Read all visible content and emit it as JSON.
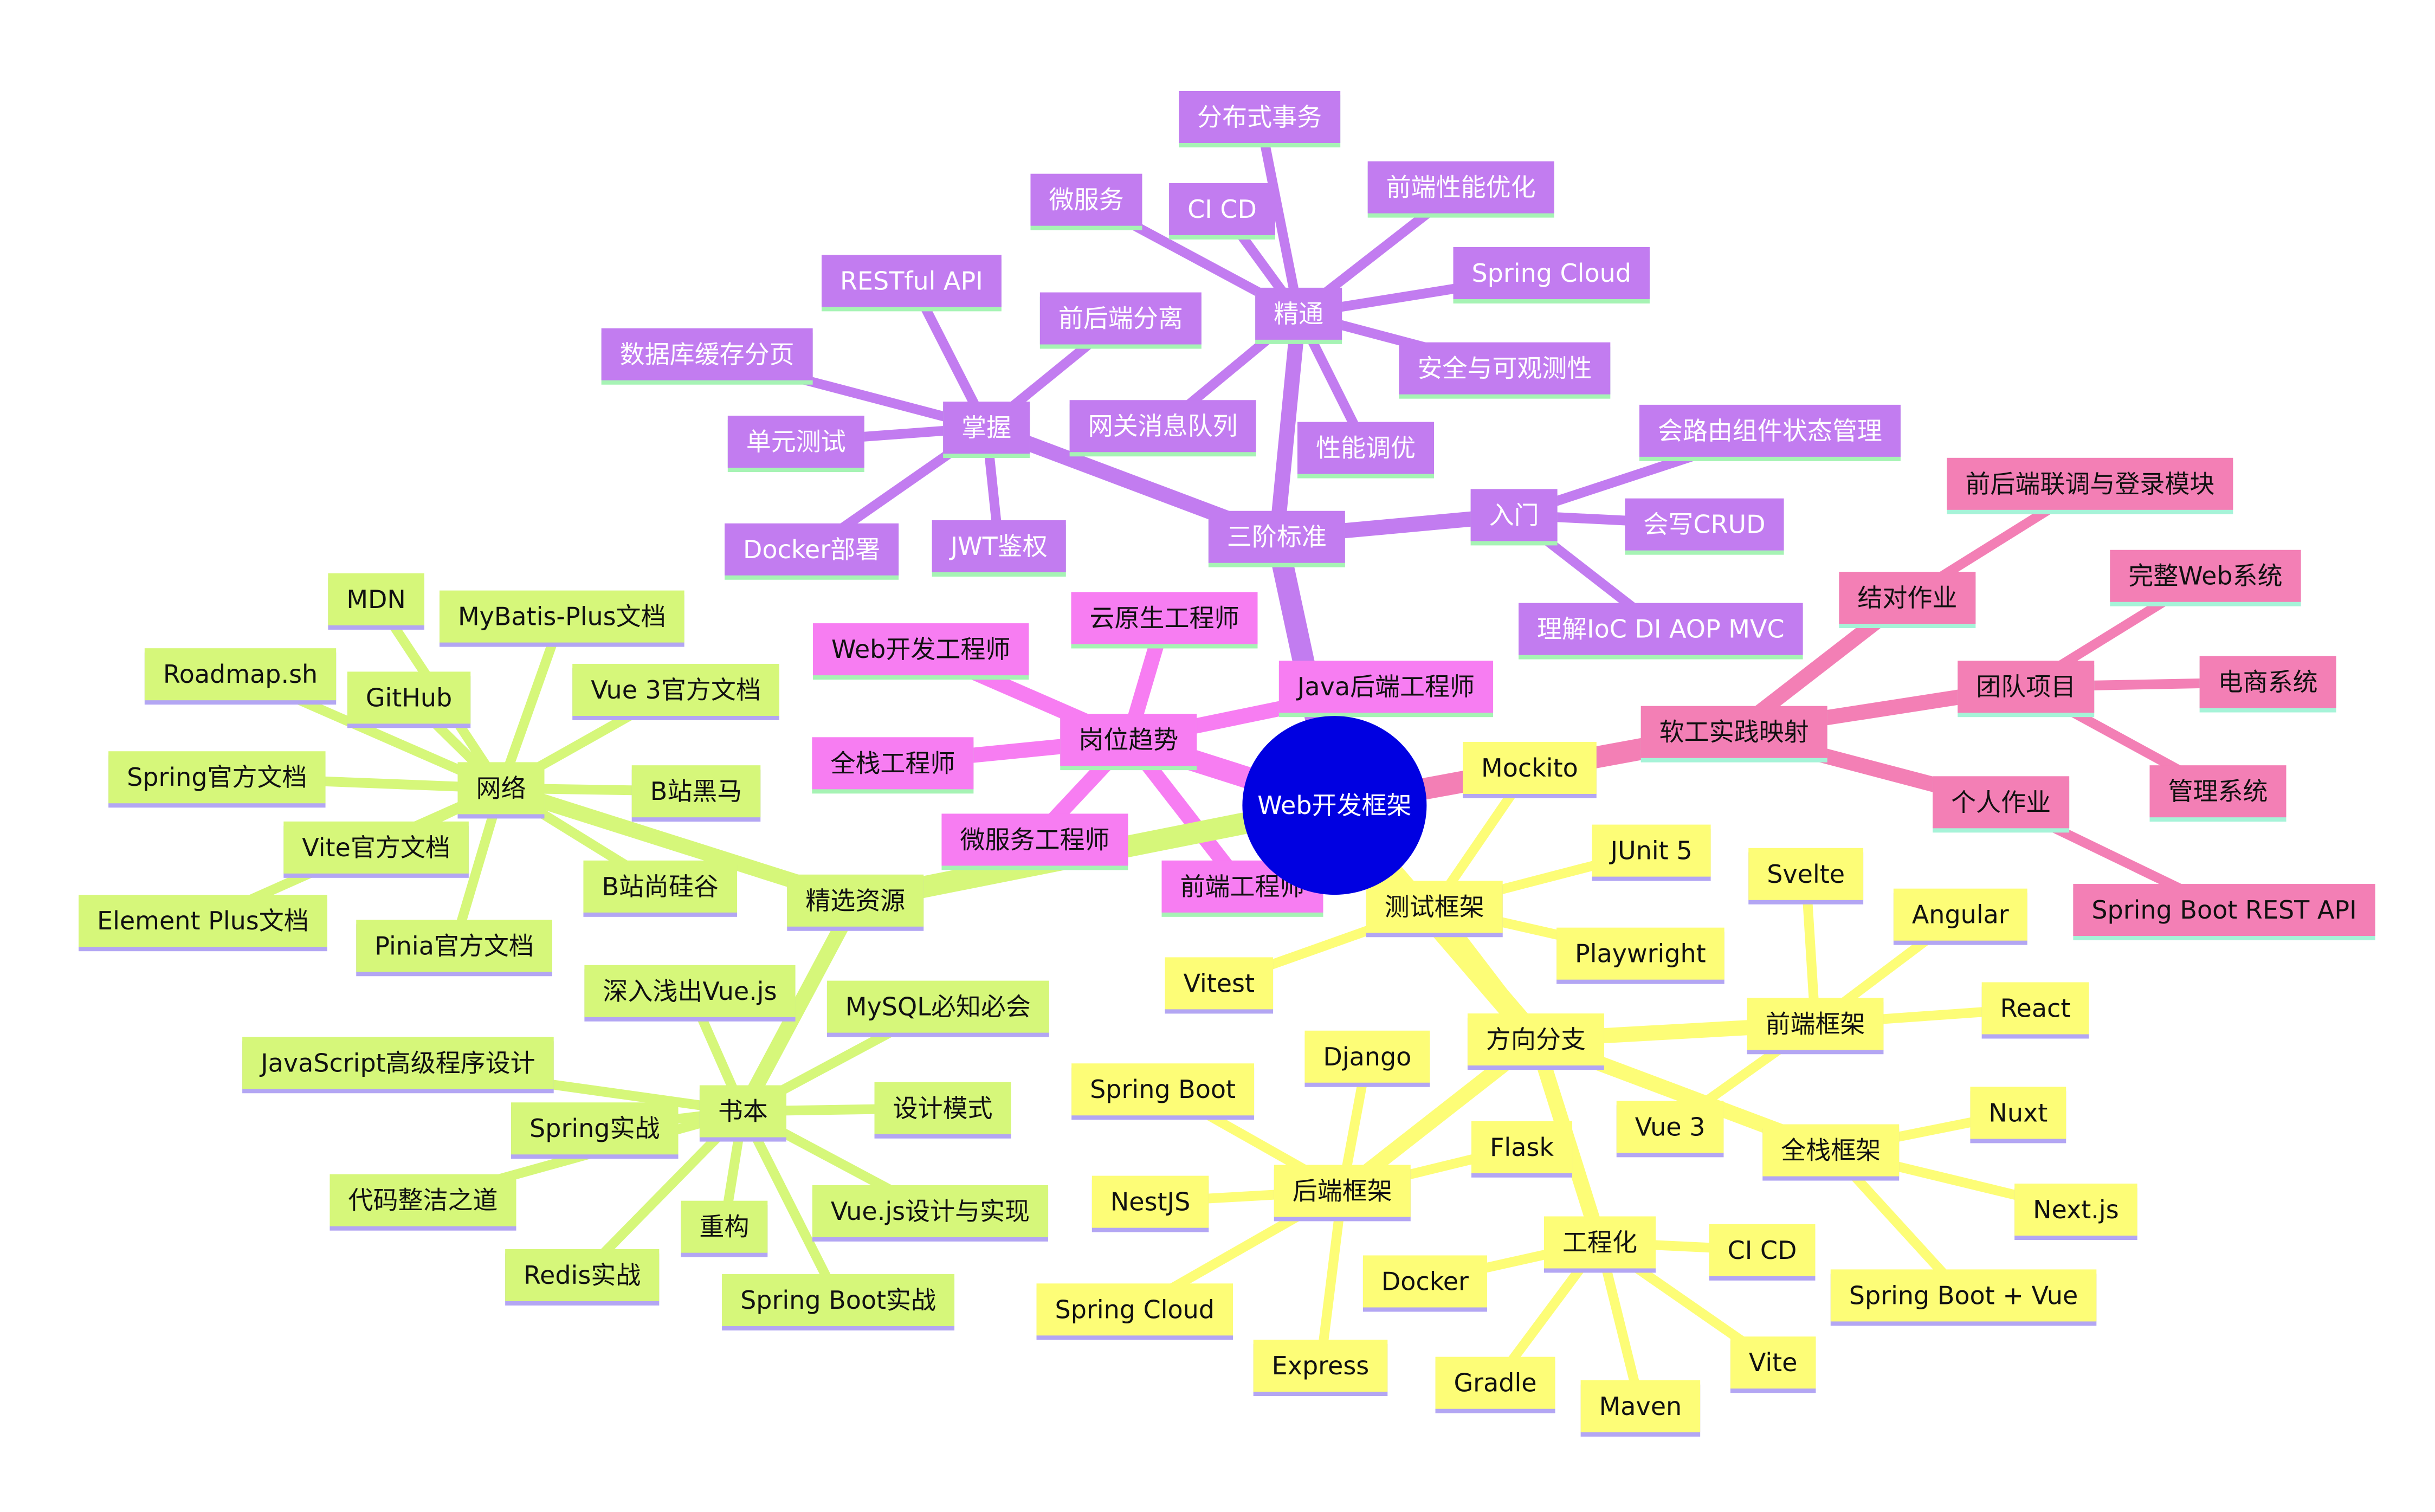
{
  "colors": {
    "root": "#0000e1",
    "root_text": "#ffffff",
    "purple": "#c27cf0",
    "purple_text": "#ffffff",
    "magenta": "#f77df2",
    "magenta_text": "#111111",
    "pink": "#f37fb5",
    "pink_text": "#111111",
    "yellow": "#fdfd77",
    "yellow_text": "#111111",
    "green": "#d6f77a",
    "green_text": "#111111",
    "shadow_purple": "#a6f3b4",
    "shadow_yellow": "#b3a6f3",
    "shadow_green": "#b3a6f3",
    "shadow_pink": "#a6f3d8"
  },
  "mindmap": {
    "root": "Web开发框架",
    "nodes": [
      {
        "id": "sanjie",
        "label": "三阶标准",
        "parent": "root",
        "theme": "purple"
      },
      {
        "id": "rumen",
        "label": "入门",
        "parent": "sanjie",
        "theme": "purple"
      },
      {
        "id": "rm1",
        "label": "会路由组件状态管理",
        "parent": "rumen",
        "theme": "purple"
      },
      {
        "id": "rm2",
        "label": "会写CRUD",
        "parent": "rumen",
        "theme": "purple"
      },
      {
        "id": "rm3",
        "label": "理解IoC DI AOP MVC",
        "parent": "rumen",
        "theme": "purple"
      },
      {
        "id": "zhangwo",
        "label": "掌握",
        "parent": "sanjie",
        "theme": "purple"
      },
      {
        "id": "zw1",
        "label": "RESTful API",
        "parent": "zhangwo",
        "theme": "purple"
      },
      {
        "id": "zw2",
        "label": "前后端分离",
        "parent": "zhangwo",
        "theme": "purple"
      },
      {
        "id": "zw3",
        "label": "数据库缓存分页",
        "parent": "zhangwo",
        "theme": "purple"
      },
      {
        "id": "zw4",
        "label": "单元测试",
        "parent": "zhangwo",
        "theme": "purple"
      },
      {
        "id": "zw5",
        "label": "Docker部署",
        "parent": "zhangwo",
        "theme": "purple"
      },
      {
        "id": "zw6",
        "label": "JWT鉴权",
        "parent": "zhangwo",
        "theme": "purple"
      },
      {
        "id": "jingtong",
        "label": "精通",
        "parent": "sanjie",
        "theme": "purple"
      },
      {
        "id": "jt1",
        "label": "分布式事务",
        "parent": "jingtong",
        "theme": "purple"
      },
      {
        "id": "jt2",
        "label": "微服务",
        "parent": "jingtong",
        "theme": "purple"
      },
      {
        "id": "jt3",
        "label": "CI CD",
        "parent": "jingtong",
        "theme": "purple"
      },
      {
        "id": "jt4",
        "label": "前端性能优化",
        "parent": "jingtong",
        "theme": "purple"
      },
      {
        "id": "jt5",
        "label": "Spring Cloud",
        "parent": "jingtong",
        "theme": "purple"
      },
      {
        "id": "jt6",
        "label": "安全与可观测性",
        "parent": "jingtong",
        "theme": "purple"
      },
      {
        "id": "jt7",
        "label": "性能调优",
        "parent": "jingtong",
        "theme": "purple"
      },
      {
        "id": "jt8",
        "label": "网关消息队列",
        "parent": "jingtong",
        "theme": "purple"
      },
      {
        "id": "gangwei",
        "label": "岗位趋势",
        "parent": "root",
        "theme": "magenta"
      },
      {
        "id": "gw1",
        "label": "Java后端工程师",
        "parent": "gangwei",
        "theme": "magenta"
      },
      {
        "id": "gw2",
        "label": "云原生工程师",
        "parent": "gangwei",
        "theme": "magenta"
      },
      {
        "id": "gw3",
        "label": "Web开发工程师",
        "parent": "gangwei",
        "theme": "magenta"
      },
      {
        "id": "gw4",
        "label": "全栈工程师",
        "parent": "gangwei",
        "theme": "magenta"
      },
      {
        "id": "gw5",
        "label": "微服务工程师",
        "parent": "gangwei",
        "theme": "magenta"
      },
      {
        "id": "gw6",
        "label": "前端工程师",
        "parent": "gangwei",
        "theme": "magenta"
      },
      {
        "id": "ruangong",
        "label": "软工实践映射",
        "parent": "root",
        "theme": "pink"
      },
      {
        "id": "jiedui",
        "label": "结对作业",
        "parent": "ruangong",
        "theme": "pink"
      },
      {
        "id": "jd1",
        "label": "前后端联调与登录模块",
        "parent": "jiedui",
        "theme": "pink"
      },
      {
        "id": "tuandui",
        "label": "团队项目",
        "parent": "ruangong",
        "theme": "pink"
      },
      {
        "id": "td1",
        "label": "完整Web系统",
        "parent": "tuandui",
        "theme": "pink"
      },
      {
        "id": "td2",
        "label": "电商系统",
        "parent": "tuandui",
        "theme": "pink"
      },
      {
        "id": "td3",
        "label": "管理系统",
        "parent": "tuandui",
        "theme": "pink"
      },
      {
        "id": "geren",
        "label": "个人作业",
        "parent": "ruangong",
        "theme": "pink"
      },
      {
        "id": "gr1",
        "label": "Spring Boot REST API",
        "parent": "geren",
        "theme": "pink"
      },
      {
        "id": "fangxiang",
        "label": "方向分支",
        "parent": "root",
        "theme": "yellow"
      },
      {
        "id": "ceshi",
        "label": "测试框架",
        "parent": "fangxiang",
        "theme": "yellow"
      },
      {
        "id": "cs1",
        "label": "Mockito",
        "parent": "ceshi",
        "theme": "yellow"
      },
      {
        "id": "cs2",
        "label": "JUnit 5",
        "parent": "ceshi",
        "theme": "yellow"
      },
      {
        "id": "cs3",
        "label": "Playwright",
        "parent": "ceshi",
        "theme": "yellow"
      },
      {
        "id": "cs4",
        "label": "Vitest",
        "parent": "ceshi",
        "theme": "yellow"
      },
      {
        "id": "qianduan",
        "label": "前端框架",
        "parent": "fangxiang",
        "theme": "yellow"
      },
      {
        "id": "qd1",
        "label": "Svelte",
        "parent": "qianduan",
        "theme": "yellow"
      },
      {
        "id": "qd2",
        "label": "Angular",
        "parent": "qianduan",
        "theme": "yellow"
      },
      {
        "id": "qd3",
        "label": "React",
        "parent": "qianduan",
        "theme": "yellow"
      },
      {
        "id": "qd4",
        "label": "Vue 3",
        "parent": "qianduan",
        "theme": "yellow"
      },
      {
        "id": "quanzhan",
        "label": "全栈框架",
        "parent": "fangxiang",
        "theme": "yellow"
      },
      {
        "id": "qz1",
        "label": "Nuxt",
        "parent": "quanzhan",
        "theme": "yellow"
      },
      {
        "id": "qz2",
        "label": "Next.js",
        "parent": "quanzhan",
        "theme": "yellow"
      },
      {
        "id": "qz3",
        "label": "Spring Boot + Vue",
        "parent": "quanzhan",
        "theme": "yellow"
      },
      {
        "id": "houduan",
        "label": "后端框架",
        "parent": "fangxiang",
        "theme": "yellow"
      },
      {
        "id": "hd1",
        "label": "Django",
        "parent": "houduan",
        "theme": "yellow"
      },
      {
        "id": "hd2",
        "label": "Spring Boot",
        "parent": "houduan",
        "theme": "yellow"
      },
      {
        "id": "hd3",
        "label": "NestJS",
        "parent": "houduan",
        "theme": "yellow"
      },
      {
        "id": "hd4",
        "label": "Flask",
        "parent": "houduan",
        "theme": "yellow"
      },
      {
        "id": "hd5",
        "label": "Spring Cloud",
        "parent": "houduan",
        "theme": "yellow"
      },
      {
        "id": "hd6",
        "label": "Express",
        "parent": "houduan",
        "theme": "yellow"
      },
      {
        "id": "gongcheng",
        "label": "工程化",
        "parent": "fangxiang",
        "theme": "yellow"
      },
      {
        "id": "gc1",
        "label": "CI CD",
        "parent": "gongcheng",
        "theme": "yellow"
      },
      {
        "id": "gc2",
        "label": "Docker",
        "parent": "gongcheng",
        "theme": "yellow"
      },
      {
        "id": "gc3",
        "label": "Vite",
        "parent": "gongcheng",
        "theme": "yellow"
      },
      {
        "id": "gc4",
        "label": "Gradle",
        "parent": "gongcheng",
        "theme": "yellow"
      },
      {
        "id": "gc5",
        "label": "Maven",
        "parent": "gongcheng",
        "theme": "yellow"
      },
      {
        "id": "jingxuan",
        "label": "精选资源",
        "parent": "root",
        "theme": "green"
      },
      {
        "id": "wangluo",
        "label": "网络",
        "parent": "jingxuan",
        "theme": "green"
      },
      {
        "id": "wl1",
        "label": "MDN",
        "parent": "wangluo",
        "theme": "green"
      },
      {
        "id": "wl2",
        "label": "MyBatis-Plus文档",
        "parent": "wangluo",
        "theme": "green"
      },
      {
        "id": "wl3",
        "label": "Roadmap.sh",
        "parent": "wangluo",
        "theme": "green"
      },
      {
        "id": "wl4",
        "label": "GitHub",
        "parent": "wangluo",
        "theme": "green"
      },
      {
        "id": "wl5",
        "label": "Vue 3官方文档",
        "parent": "wangluo",
        "theme": "green"
      },
      {
        "id": "wl6",
        "label": "Spring官方文档",
        "parent": "wangluo",
        "theme": "green"
      },
      {
        "id": "wl7",
        "label": "B站黑马",
        "parent": "wangluo",
        "theme": "green"
      },
      {
        "id": "wl8",
        "label": "Vite官方文档",
        "parent": "wangluo",
        "theme": "green"
      },
      {
        "id": "wl9",
        "label": "B站尚硅谷",
        "parent": "wangluo",
        "theme": "green"
      },
      {
        "id": "wl10",
        "label": "Element Plus文档",
        "parent": "wangluo",
        "theme": "green"
      },
      {
        "id": "wl11",
        "label": "Pinia官方文档",
        "parent": "wangluo",
        "theme": "green"
      },
      {
        "id": "shuben",
        "label": "书本",
        "parent": "jingxuan",
        "theme": "green"
      },
      {
        "id": "sb1",
        "label": "深入浅出Vue.js",
        "parent": "shuben",
        "theme": "green"
      },
      {
        "id": "sb2",
        "label": "MySQL必知必会",
        "parent": "shuben",
        "theme": "green"
      },
      {
        "id": "sb3",
        "label": "JavaScript高级程序设计",
        "parent": "shuben",
        "theme": "green"
      },
      {
        "id": "sb4",
        "label": "设计模式",
        "parent": "shuben",
        "theme": "green"
      },
      {
        "id": "sb5",
        "label": "Spring实战",
        "parent": "shuben",
        "theme": "green"
      },
      {
        "id": "sb6",
        "label": "代码整洁之道",
        "parent": "shuben",
        "theme": "green"
      },
      {
        "id": "sb7",
        "label": "Vue.js设计与实现",
        "parent": "shuben",
        "theme": "green"
      },
      {
        "id": "sb8",
        "label": "重构",
        "parent": "shuben",
        "theme": "green"
      },
      {
        "id": "sb9",
        "label": "Redis实战",
        "parent": "shuben",
        "theme": "green"
      },
      {
        "id": "sb10",
        "label": "Spring Boot实战",
        "parent": "shuben",
        "theme": "green"
      }
    ]
  }
}
